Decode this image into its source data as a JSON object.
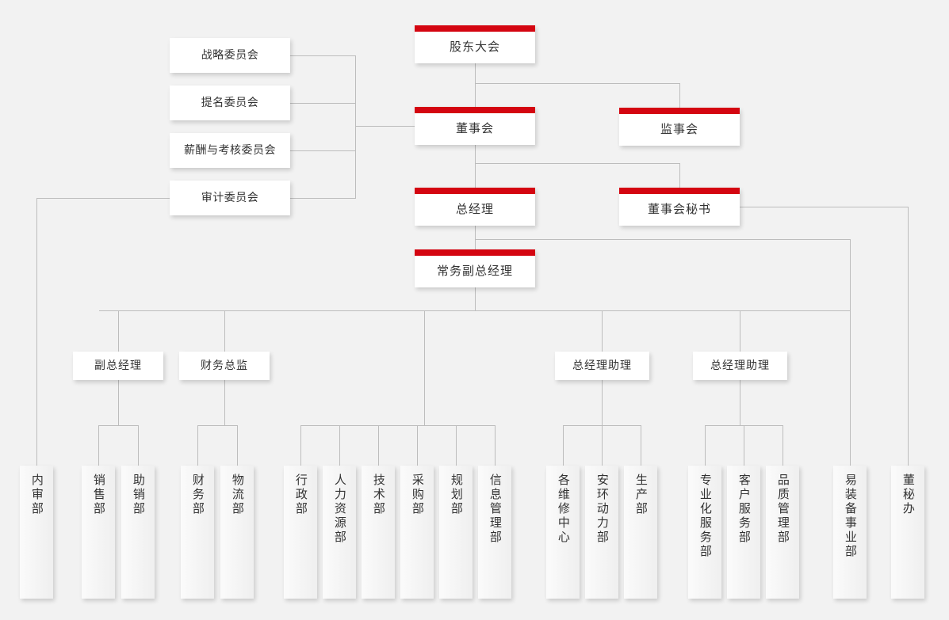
{
  "meta": {
    "title": "公司组织结构图",
    "accent_color": "#d40511",
    "line_color": "#bdbdbd",
    "background_color": "#f2f2f2",
    "box_color": "#ffffff"
  },
  "governance": {
    "shareholders_meeting": "股东大会",
    "board_of_directors": "董事会",
    "board_of_supervisors": "监事会",
    "general_manager": "总经理",
    "board_secretary": "董事会秘书",
    "executive_deputy_gm": "常务副总经理"
  },
  "committees": [
    {
      "label": "战略委员会"
    },
    {
      "label": "提名委员会"
    },
    {
      "label": "薪酬与考核委员会"
    },
    {
      "label": "审计委员会"
    }
  ],
  "managers": [
    {
      "label": "副总经理"
    },
    {
      "label": "财务总监"
    },
    {
      "label": "总经理助理"
    },
    {
      "label": "总经理助理"
    }
  ],
  "departments": [
    {
      "label": "内审部"
    },
    {
      "label": "销售部"
    },
    {
      "label": "助销部"
    },
    {
      "label": "财务部"
    },
    {
      "label": "物流部"
    },
    {
      "label": "行政部"
    },
    {
      "label": "人力资源部"
    },
    {
      "label": "技术部"
    },
    {
      "label": "采购部"
    },
    {
      "label": "规划部"
    },
    {
      "label": "信息管理部"
    },
    {
      "label": "各维修中心"
    },
    {
      "label": "安环动力部"
    },
    {
      "label": "生产部"
    },
    {
      "label": "专业化服务部"
    },
    {
      "label": "客户服务部"
    },
    {
      "label": "品质管理部"
    },
    {
      "label": "易装备事业部"
    },
    {
      "label": "董秘办"
    }
  ]
}
